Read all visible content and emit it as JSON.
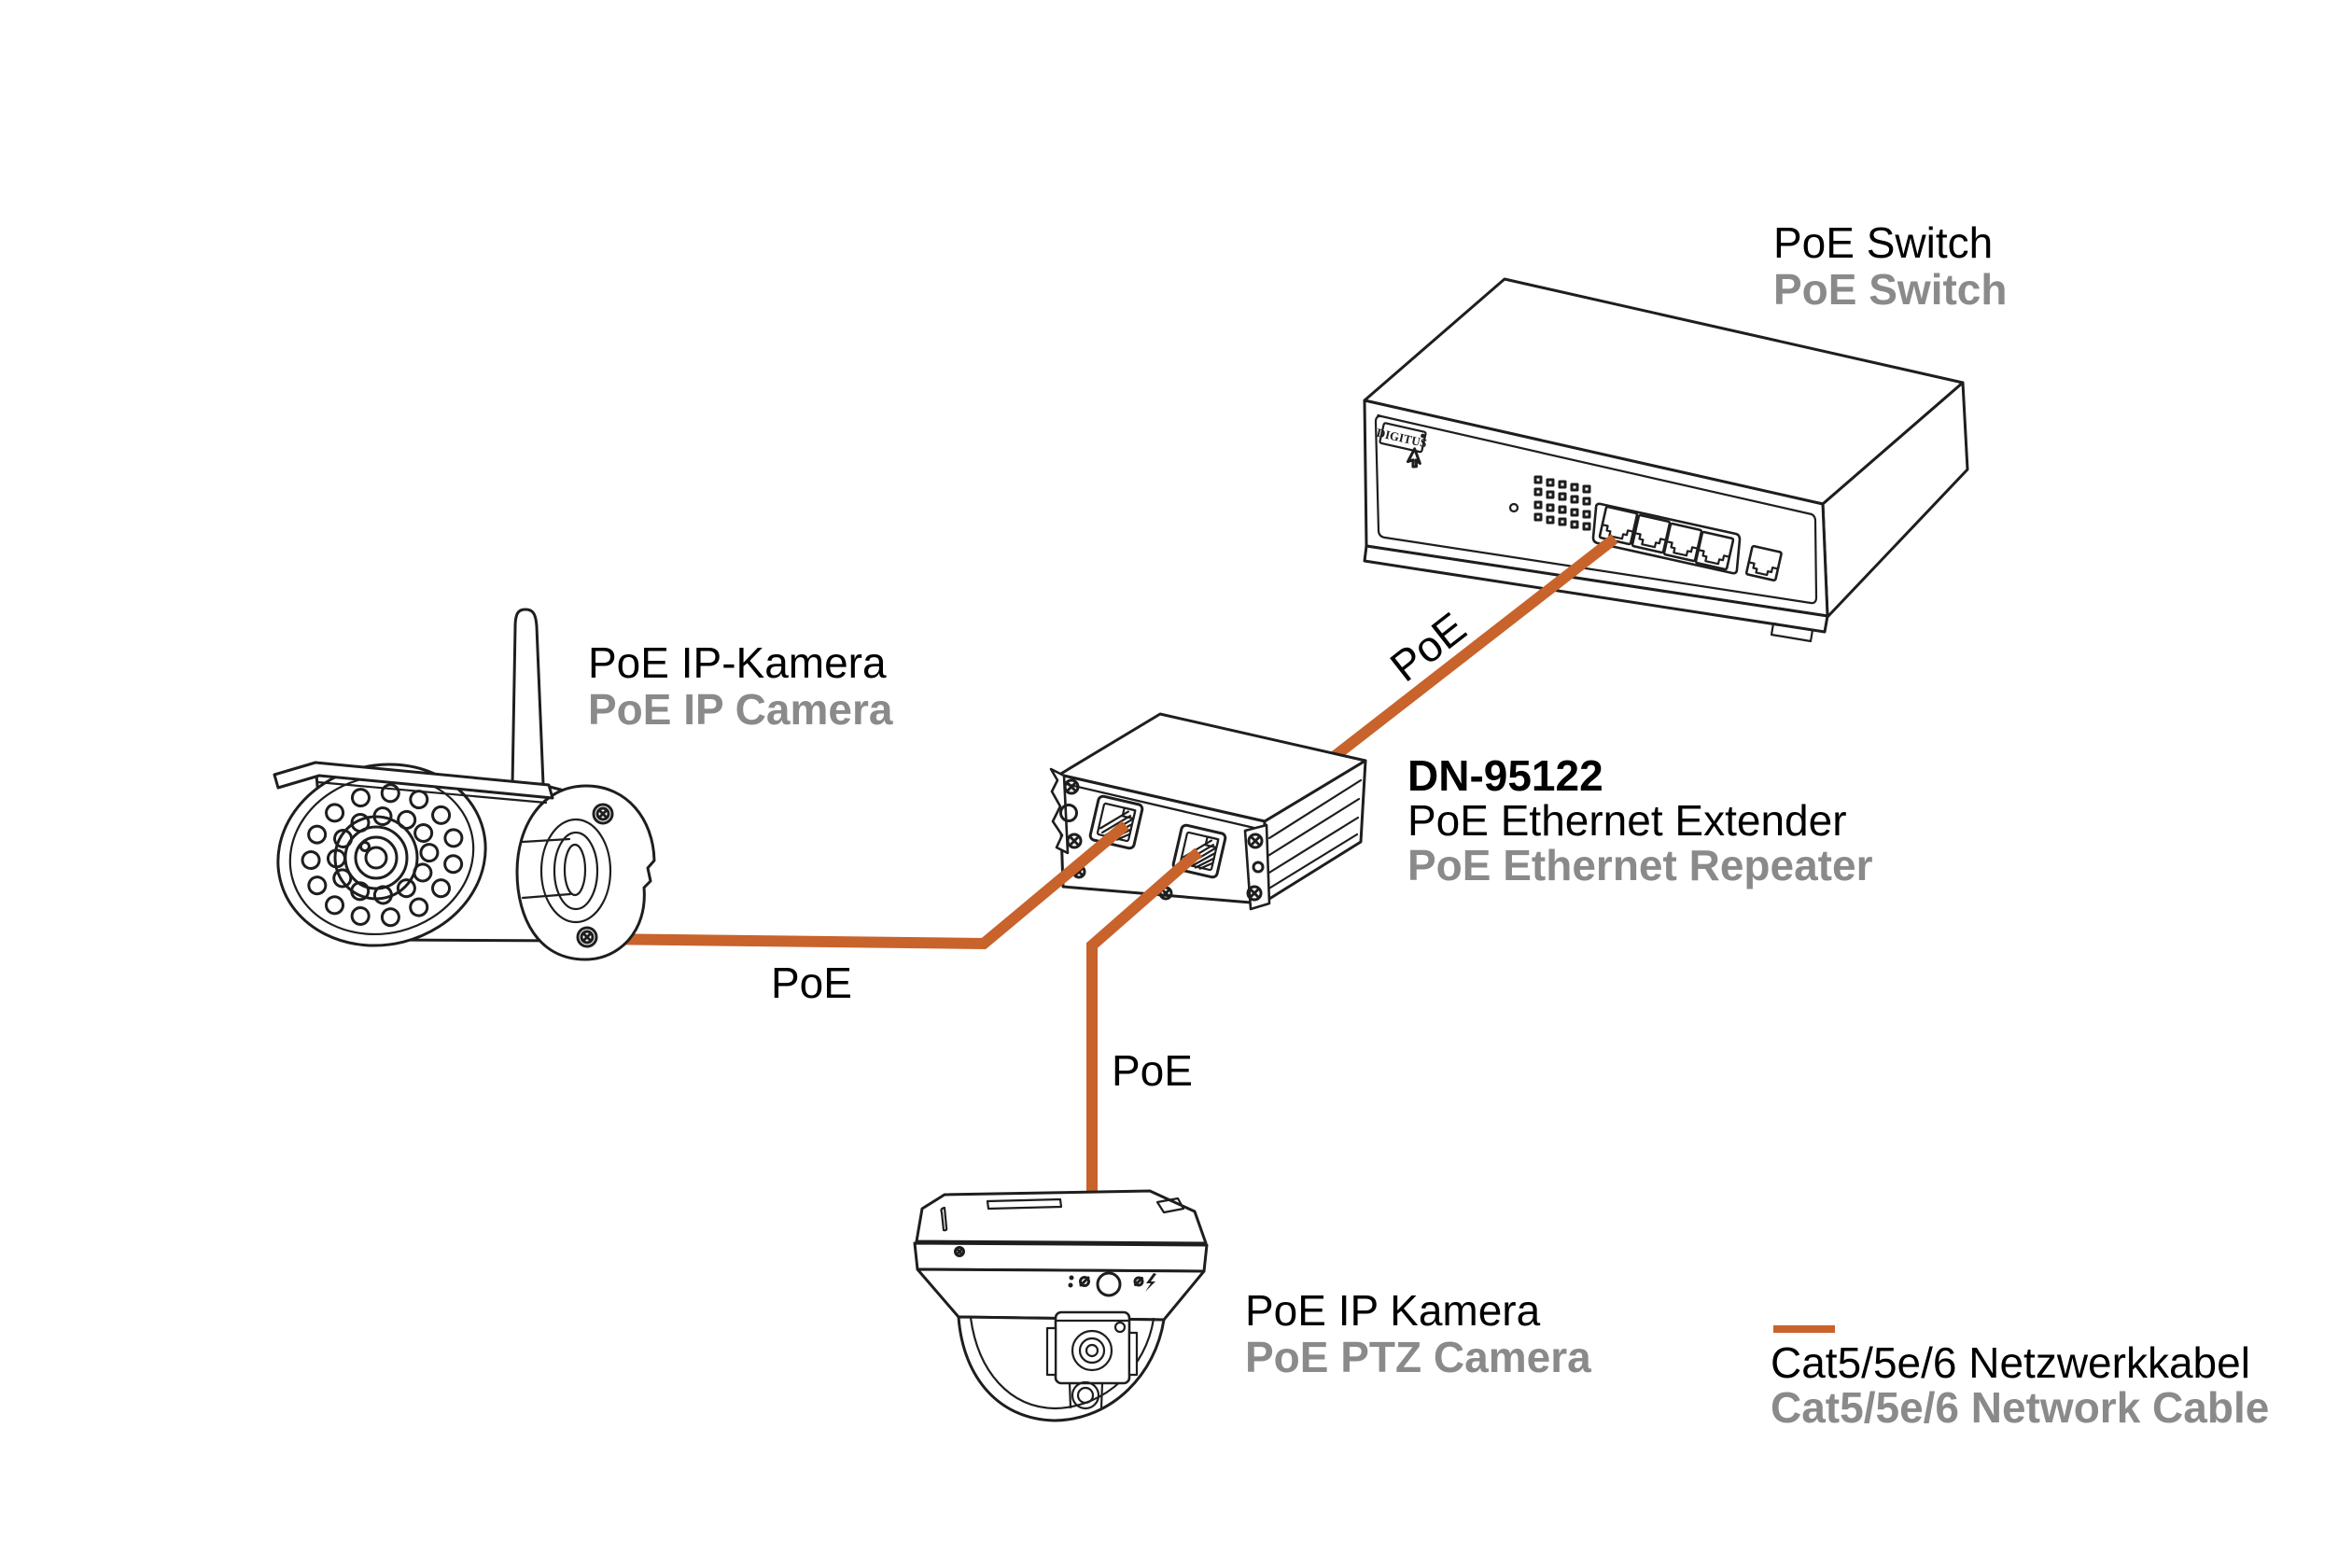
{
  "diagram": {
    "background_color": "#ffffff",
    "cable_color": "#C8632C",
    "primary_label_color": "#000000",
    "secondary_label_color": "#8A8A8A",
    "switch": {
      "label_de": "PoE Switch",
      "label_en": "PoE Switch",
      "logo": "DIGITUS"
    },
    "extender": {
      "model": "DN-95122",
      "label_de": "PoE Ethernet Extender",
      "label_en": "PoE Ethernet Repeater"
    },
    "ip_camera": {
      "label_de": "PoE IP-Kamera",
      "label_en": "PoE IP Camera"
    },
    "ptz_camera": {
      "label_de": "PoE IP Kamera",
      "label_en": "PoE PTZ Camera"
    },
    "cables": {
      "ip_camera_cable_label": "PoE",
      "ptz_camera_cable_label": "PoE",
      "switch_cable_label": "PoE"
    },
    "legend": {
      "label_de": "Cat5/5e/6 Netzwerkkabel",
      "label_en": "Cat5/5e/6 Network Cable"
    }
  }
}
